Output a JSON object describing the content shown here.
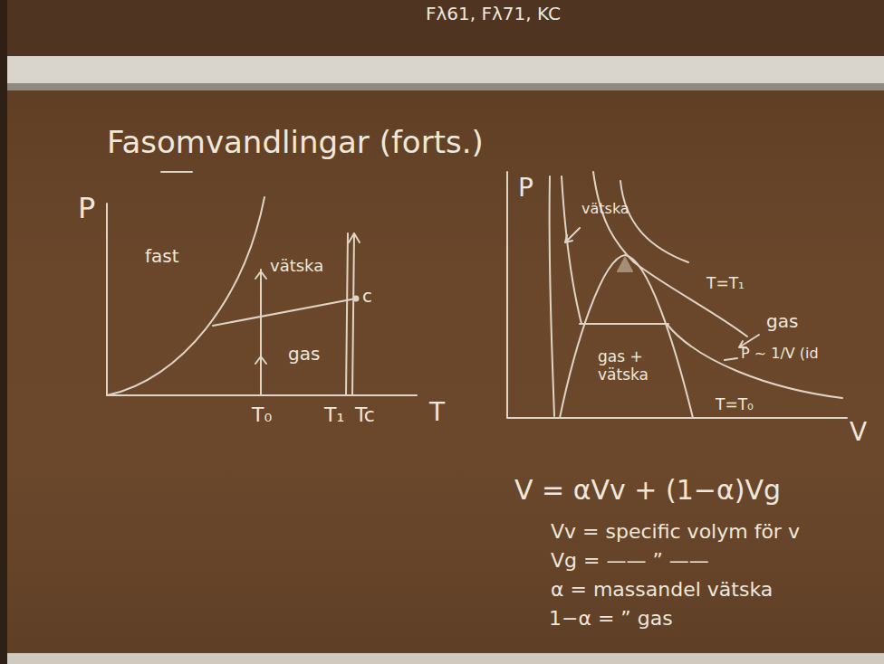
{
  "diagram": {
    "title": "Fasomvandlingar (forts.)",
    "labels": [
      "Fλ61, Fλ71, KC",
      "P",
      "fast",
      "vätska",
      "gas",
      "c",
      "T₀",
      "T₁",
      "Tc",
      "T",
      "P",
      "vätska",
      "T=T₁",
      "gas",
      "P ~ 1/V (id",
      "gas + vätska",
      "T=T₀",
      "V",
      "V = αVv + (1−α)Vg",
      "Vv = specific volym för v",
      "Vg = —— ” ——",
      "α = massandel vätska",
      "1−α = ” gas"
    ]
  }
}
